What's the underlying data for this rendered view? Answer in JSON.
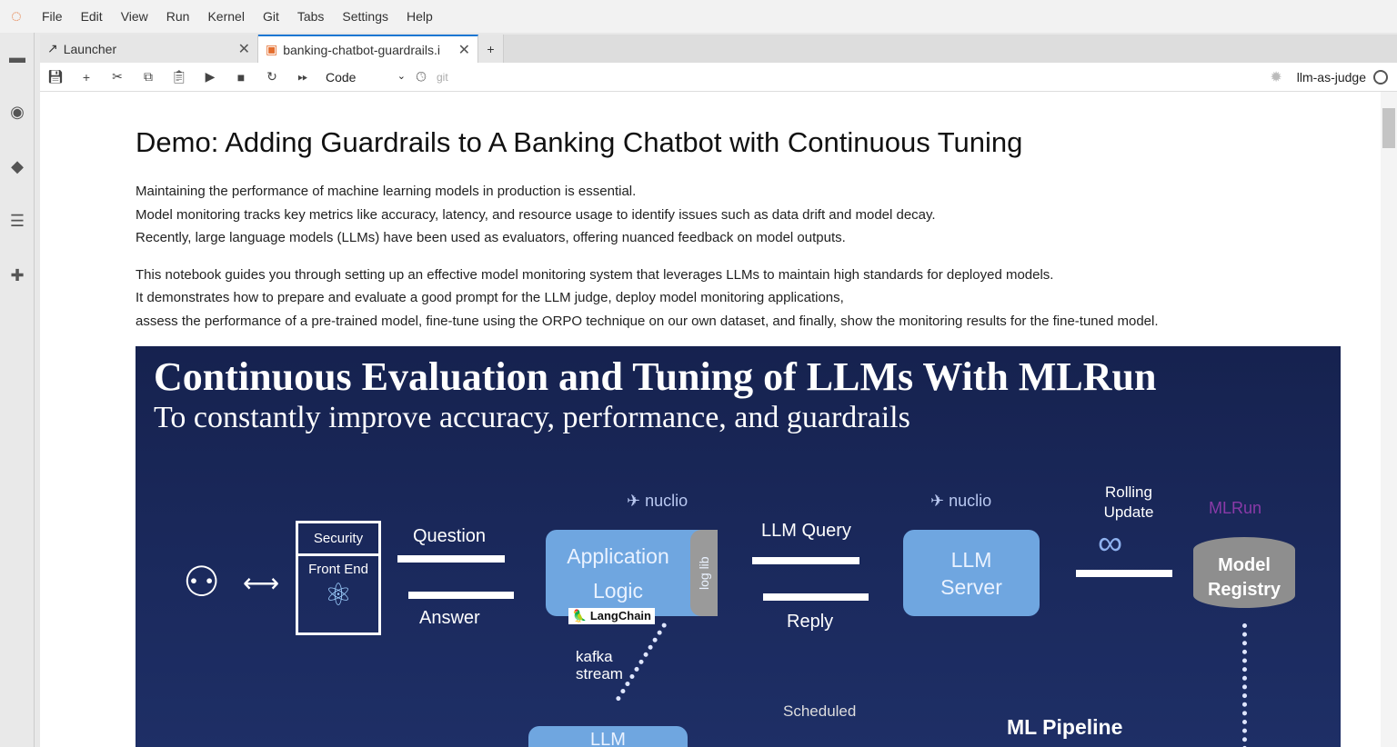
{
  "menu": [
    "File",
    "Edit",
    "View",
    "Run",
    "Kernel",
    "Git",
    "Tabs",
    "Settings",
    "Help"
  ],
  "tabs": [
    {
      "label": "Launcher"
    },
    {
      "label": "banking-chatbot-guardrails.i"
    }
  ],
  "toolbar": {
    "cell_type": "Code",
    "git": "git",
    "kernel": "llm-as-judge"
  },
  "notebook": {
    "title": "Demo: Adding Guardrails to A Banking Chatbot with Continuous Tuning",
    "para1": [
      "Maintaining the performance of machine learning models in production is essential.",
      "Model monitoring tracks key metrics like accuracy, latency, and resource usage to identify issues such as data drift and model decay.",
      "Recently, large language models (LLMs) have been used as evaluators, offering nuanced feedback on model outputs."
    ],
    "para2": [
      "This notebook guides you through setting up an effective model monitoring system that leverages LLMs to maintain high standards for deployed models.",
      "It demonstrates how to prepare and evaluate a good prompt for the LLM judge, deploy model monitoring applications,",
      "assess the performance of a pre-trained model, fine-tune using the ORPO technique on our own dataset, and finally, show the monitoring results for the fine-tuned model."
    ]
  },
  "slide": {
    "title": "Continuous Evaluation and Tuning of LLMs With MLRun",
    "subtitle": "To constantly improve accuracy, performance, and guardrails",
    "security": "Security",
    "frontend": "Front End",
    "question": "Question",
    "answer": "Answer",
    "nuclio": "nuclio",
    "app_logic_1": "Application",
    "app_logic_2": "Logic",
    "log_lib": "log lib",
    "langchain": "LangChain",
    "llm_query": "LLM Query",
    "reply": "Reply",
    "llm_server_1": "LLM",
    "llm_server_2": "Server",
    "rolling_update": "Rolling Update",
    "mlrun": "MLRun",
    "model_registry_1": "Model",
    "model_registry_2": "Registry",
    "kafka": "kafka",
    "stream": "stream",
    "scheduled": "Scheduled",
    "ml_pipeline": "ML Pipeline",
    "llm_bottom": "LLM"
  },
  "colors": {
    "slide_bg": "#1b2a5e",
    "box": "#6fa6e0",
    "accent": "#e46e2e"
  }
}
